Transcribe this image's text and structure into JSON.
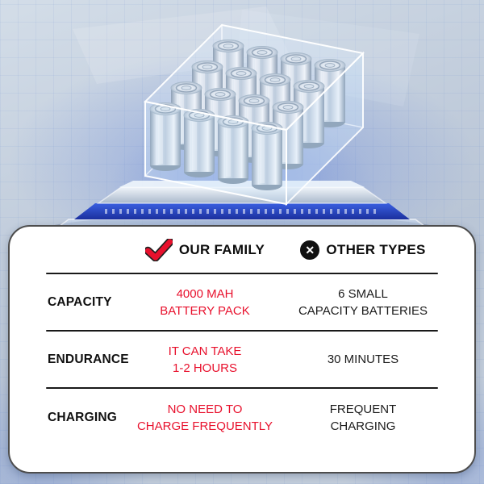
{
  "hero": {
    "description": "transparent-case-battery-pack-on-circuit-platform"
  },
  "comparison": {
    "our_header": "OUR FAMILY",
    "other_header": "OTHER TYPES",
    "x_glyph": "✕",
    "colors": {
      "ours_text": "#e8112d",
      "other_text": "#1c1c1c",
      "divider": "#191919"
    },
    "rows": [
      {
        "label": "CAPACITY",
        "ours": "4000 MAH\nBATTERY PACK",
        "other": "6 SMALL\nCAPACITY BATTERIES"
      },
      {
        "label": "ENDURANCE",
        "ours": "IT CAN TAKE\n1-2 HOURS",
        "other": "30 MINUTES"
      },
      {
        "label": "CHARGING",
        "ours": "NO NEED TO\nCHARGE FREQUENTLY",
        "other": "FREQUENT\nCHARGING"
      }
    ]
  }
}
